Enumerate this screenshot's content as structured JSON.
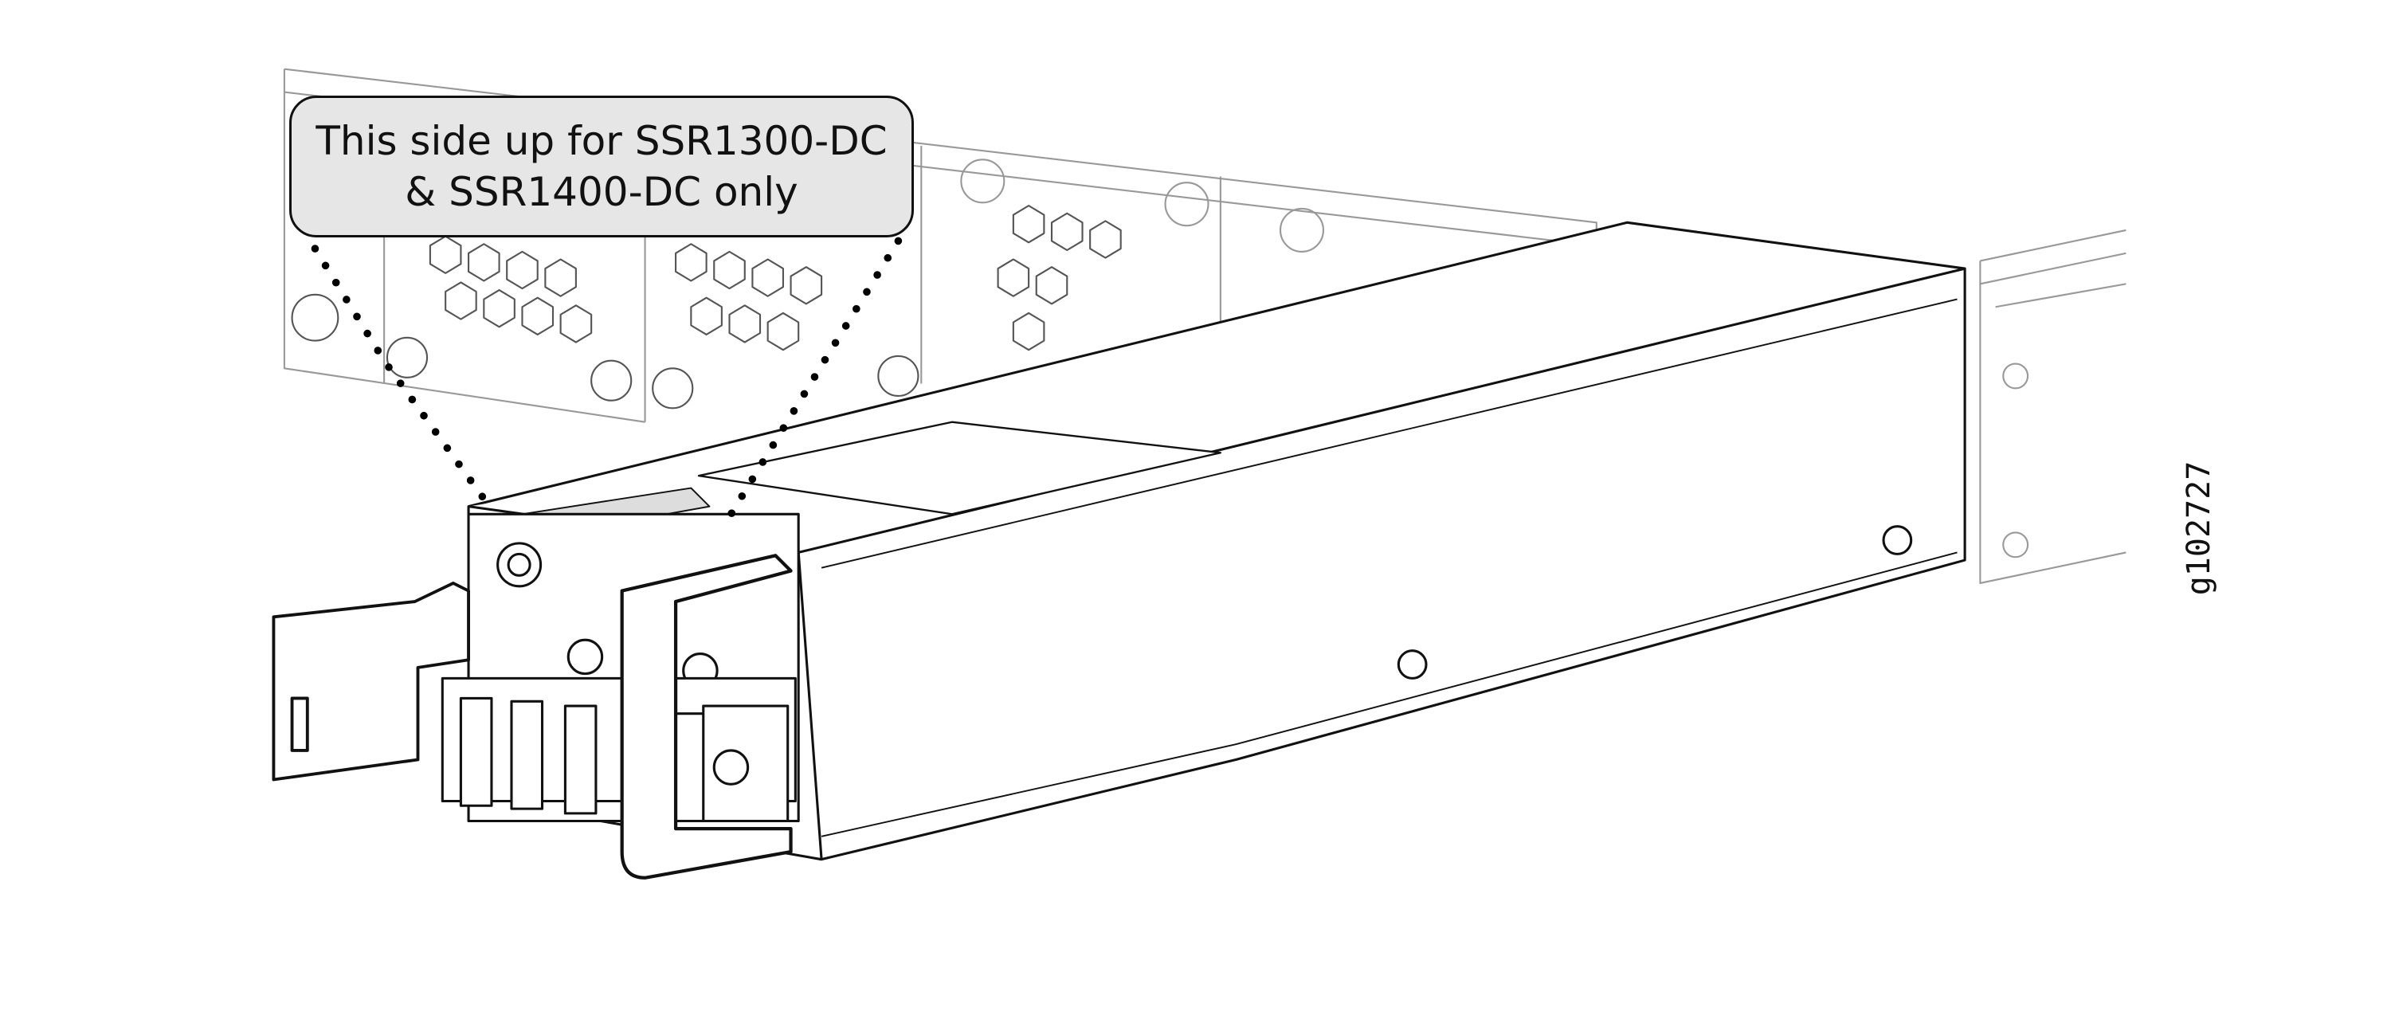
{
  "callout": {
    "line1": "This side up for SSR1300-DC",
    "line2": "& SSR1400-DC only"
  },
  "figure_id": "g102727",
  "colors": {
    "callout_fill": "#e6e6e6",
    "line": "#111111"
  }
}
